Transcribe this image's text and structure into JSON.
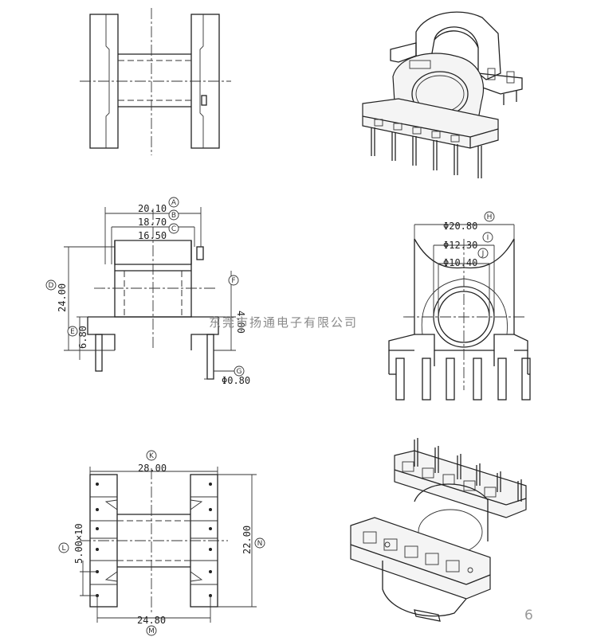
{
  "dimensions": {
    "A": "20.10",
    "B": "18.70",
    "C": "16.50",
    "D": "24.00",
    "E": "6.80",
    "F": "4.00",
    "G": "Φ0.80",
    "H": "Φ20.80",
    "I": "Φ12.30",
    "J": "Φ10.40",
    "K": "28.00",
    "L": "5.00×10",
    "M": "24.80",
    "N": "22.00"
  },
  "labels": {
    "A": "A",
    "B": "B",
    "C": "C",
    "D": "D",
    "E": "E",
    "F": "F",
    "G": "G",
    "H": "H",
    "I": "I",
    "J": "J",
    "K": "K",
    "L": "L",
    "M": "M",
    "N": "N"
  },
  "watermark": "东莞市扬通电子有限公司",
  "page_number": "6"
}
